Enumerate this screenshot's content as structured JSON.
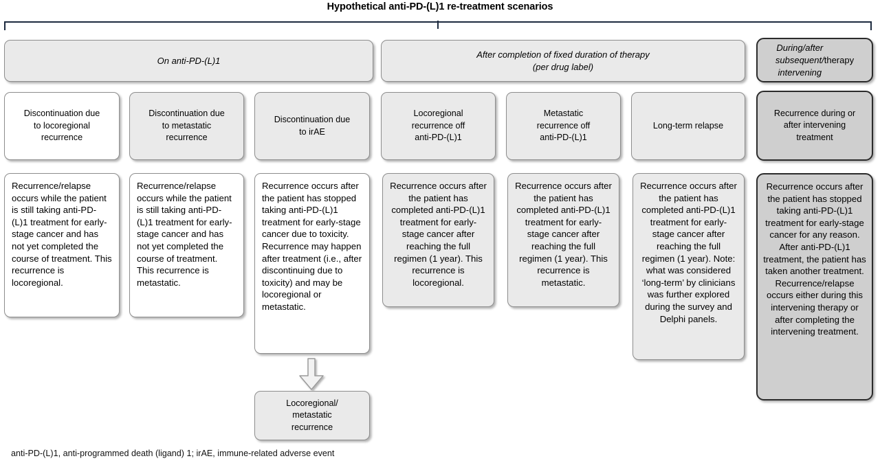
{
  "title": "Hypothetical anti-PD-(L)1 re-treatment scenarios",
  "bracket": {
    "left_tick": "",
    "mid_tick": "",
    "right_tick": ""
  },
  "banners": [
    {
      "id": "on-treatment",
      "label": "On anti-PD-(L)1",
      "style": "italic-gray"
    },
    {
      "id": "fixed-duration",
      "label": "After completion of fixed duration of therapy\n(per drug label)",
      "style": "italic-gray"
    },
    {
      "id": "intervening",
      "label_italic": "During/after\nsubsequent/\nintervening ",
      "label_plain": "therapy",
      "style": "italic-heavy"
    }
  ],
  "scenarios": [
    {
      "id": "discontinuation-locoregional",
      "label": "Discontinuation due\nto locoregional\nrecurrence",
      "fill": "white"
    },
    {
      "id": "discontinuation-metastatic",
      "label": "Discontinuation due\nto metastatic\nrecurrence",
      "fill": "gray"
    },
    {
      "id": "discontinuation-irae",
      "label": "Discontinuation due\nto irAE",
      "fill": "gray"
    },
    {
      "id": "locoregional-recurrence-off",
      "label": "Locoregional\nrecurrence off\nanti-PD-(L)1",
      "fill": "gray"
    },
    {
      "id": "metastatic-recurrence-off",
      "label": "Metastatic\nrecurrence off\nanti-PD-(L)1",
      "fill": "gray"
    },
    {
      "id": "long-term-relapse",
      "label": "Long-term relapse",
      "fill": "gray"
    },
    {
      "id": "recurrence-intervening",
      "label": "Recurrence during or\nafter intervening\ntreatment",
      "fill": "heavy"
    }
  ],
  "descriptions": [
    {
      "id": "desc-discontinuation-locoregional",
      "text": "Recurrence/relapse occurs while the patient is still taking anti-PD-(L)1 treatment for early-stage cancer and has not yet completed the course of treatment. This recurrence is locoregional.",
      "fill": "white",
      "align": "left"
    },
    {
      "id": "desc-discontinuation-metastatic",
      "text": "Recurrence/relapse occurs while the patient is still taking anti-PD-(L)1 treatment for early-stage cancer and has not yet completed the course of treatment. This recurrence is metastatic.",
      "fill": "white",
      "align": "left"
    },
    {
      "id": "desc-discontinuation-irae",
      "text": "Recurrence occurs after the patient has stopped taking anti-PD-(L)1 treatment for early-stage cancer due to toxicity. Recurrence may happen after treatment (i.e., after discontinuing due to toxicity) and may be locoregional or metastatic.",
      "fill": "white",
      "align": "left"
    },
    {
      "id": "desc-locoregional-recurrence-off",
      "text": "Recurrence occurs after the patient has completed anti-PD-(L)1 treatment for early-stage cancer after reaching the full regimen (1 year). This recurrence is locoregional.",
      "fill": "gray",
      "align": "center"
    },
    {
      "id": "desc-metastatic-recurrence-off",
      "text": "Recurrence occurs after the patient has completed anti-PD-(L)1 treatment for early-stage cancer after reaching the full regimen (1 year). This recurrence is metastatic.",
      "fill": "gray",
      "align": "center"
    },
    {
      "id": "desc-long-term-relapse",
      "text": "Recurrence occurs after the patient has completed anti-PD-(L)1 treatment for early-stage cancer after reaching the full regimen (1 year). Note: what was considered ‘long-term’ by clinicians was further explored during the survey and Delphi panels.",
      "fill": "gray",
      "align": "center"
    },
    {
      "id": "desc-recurrence-intervening",
      "text": "Recurrence occurs after the patient has stopped taking anti-PD-(L)1 treatment for early-stage cancer for any reason. After anti-PD-(L)1 treatment, the patient has taken another treatment. Recurrence/relapse occurs either during this intervening therapy or after completing the intervening treatment.",
      "fill": "heavy",
      "align": "center"
    }
  ],
  "outcome": {
    "id": "locoregional-metastatic-recurrence",
    "label": "Locoregional/\nmetastatic\nrecurrence"
  },
  "arrow": {
    "direction": "down",
    "from": "desc-discontinuation-irae",
    "to": "locoregional-metastatic-recurrence"
  },
  "footnote": "anti-PD-(L)1, anti-programmed death (ligand) 1; irAE, immune-related adverse event",
  "colors": {
    "bracket": "#1c2a3e",
    "box_border": "#8d8d8d",
    "box_fill_gray": "#eaeaea",
    "box_fill_white": "#ffffff",
    "heavy_border": "#2b2b2b",
    "heavy_fill": "#cfcfcf",
    "text": "#000000"
  }
}
